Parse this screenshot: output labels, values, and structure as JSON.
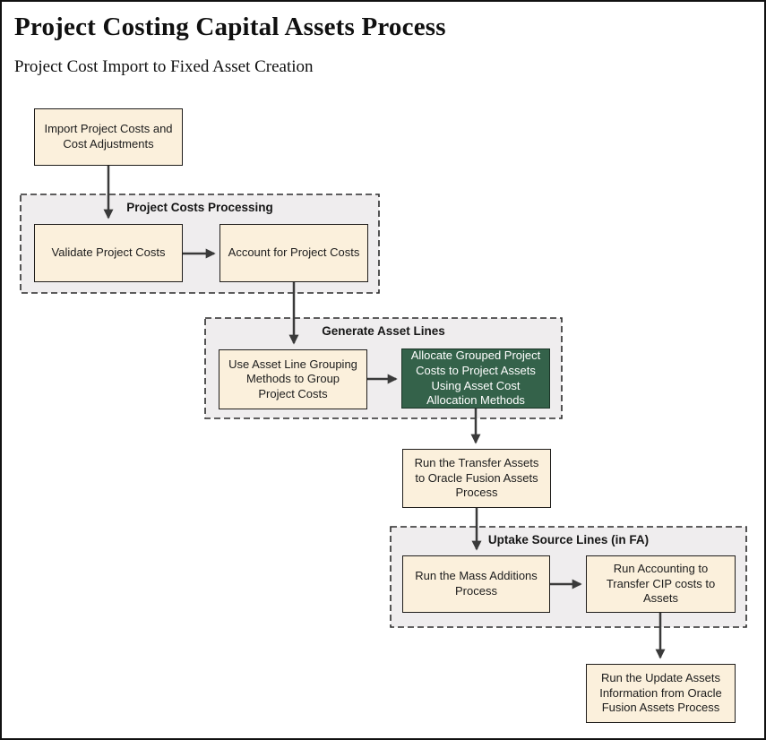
{
  "page": {
    "title": "Project Costing Capital Assets Process",
    "subtitle": "Project Cost Import to Fixed Asset Creation"
  },
  "groups": {
    "costs_processing": {
      "label": "Project Costs Processing"
    },
    "generate_asset_lines": {
      "label": "Generate Asset Lines"
    },
    "uptake_source_lines": {
      "label": "Uptake Source Lines (in FA)"
    }
  },
  "nodes": {
    "import_costs": {
      "label": "Import Project Costs and\nCost Adjustments"
    },
    "validate_costs": {
      "label": "Validate Project Costs"
    },
    "account_costs": {
      "label": "Account for Project Costs"
    },
    "group_costs": {
      "label": "Use Asset Line Grouping\nMethods to Group\nProject Costs"
    },
    "allocate_costs": {
      "label": "Allocate Grouped Project\nCosts to Project Assets\nUsing Asset Cost\nAllocation Methods",
      "highlighted": true
    },
    "transfer_assets": {
      "label": "Run the Transfer Assets\nto Oracle Fusion Assets\nProcess"
    },
    "mass_additions": {
      "label": "Run the Mass Additions\nProcess"
    },
    "run_accounting": {
      "label": "Run Accounting to\nTransfer CIP costs to\nAssets"
    },
    "update_assets": {
      "label": "Run the Update Assets\nInformation from Oracle\nFusion Assets Process"
    }
  },
  "edges": [
    {
      "from": "import_costs",
      "to": "validate_costs"
    },
    {
      "from": "validate_costs",
      "to": "account_costs"
    },
    {
      "from": "account_costs",
      "to": "group_costs"
    },
    {
      "from": "group_costs",
      "to": "allocate_costs"
    },
    {
      "from": "allocate_costs",
      "to": "transfer_assets"
    },
    {
      "from": "transfer_assets",
      "to": "mass_additions"
    },
    {
      "from": "mass_additions",
      "to": "run_accounting"
    },
    {
      "from": "run_accounting",
      "to": "update_assets"
    }
  ],
  "colors": {
    "node_fill": "#FBF0DC",
    "node_border": "#1F1D1B",
    "highlight_fill": "#34624A",
    "highlight_text": "#FFFFFF",
    "group_fill": "#EFEDEE",
    "group_border": "#2B2B2B",
    "arrow_color": "#3A3A3A"
  }
}
